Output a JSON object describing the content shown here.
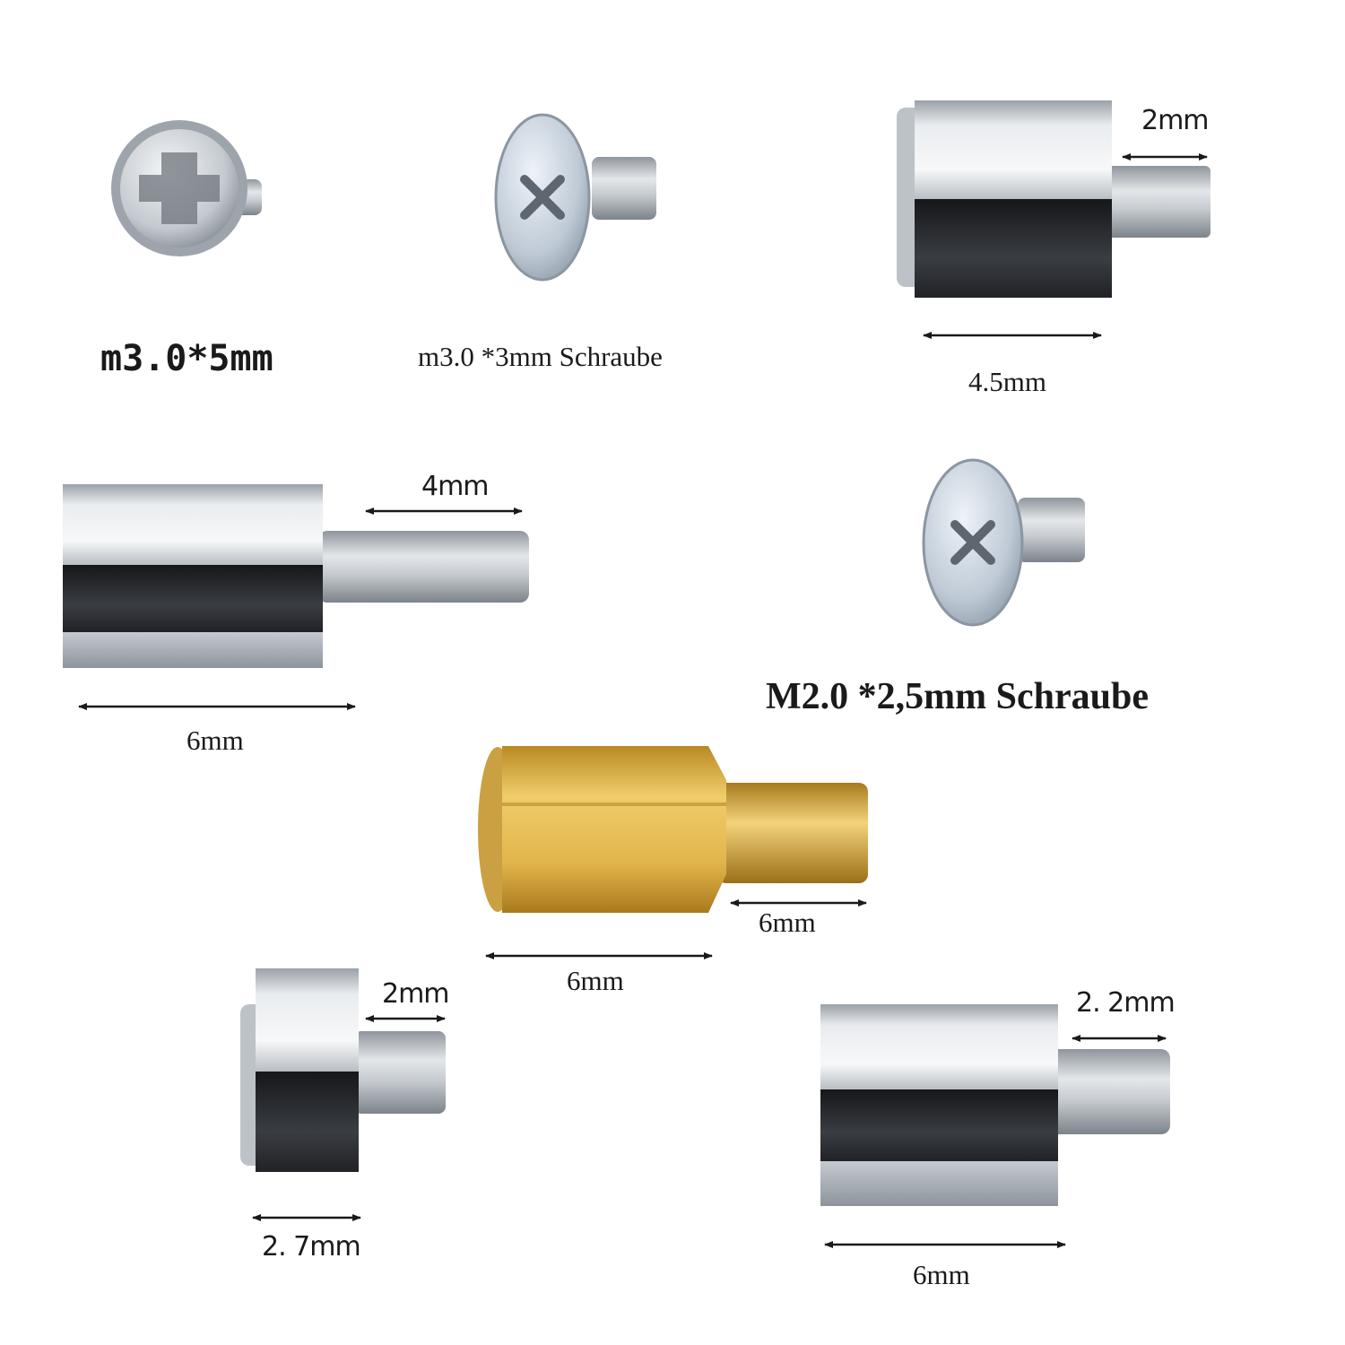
{
  "labels": {
    "screw_small": "m3.0*5mm",
    "screw_flat": "m3.0 *3mm Schraube",
    "standoff_a_len": "4.5mm",
    "standoff_a_thread": "2mm",
    "standoff_b_len": "6mm",
    "standoff_b_thread": "4mm",
    "screw_m2": "M2.0 *2,5mm Schraube",
    "brass_len": "6mm",
    "brass_thread": "6mm",
    "standoff_c_len": "2. 7mm",
    "standoff_c_thread": "2mm",
    "standoff_d_len": "6mm",
    "standoff_d_thread": "2. 2mm"
  },
  "colors": {
    "background": "#ffffff",
    "silver": "#c9ced4",
    "dark_face": "#2a2c30",
    "brass": "#d9a93a",
    "text": "#1a1a1a"
  }
}
